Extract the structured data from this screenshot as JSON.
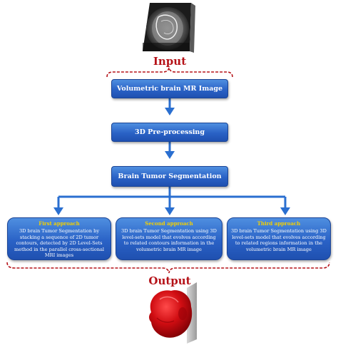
{
  "input_label": "Input",
  "output_label": "Output",
  "steps": [
    "Volumetric brain MR Image",
    "3D Pre-processing",
    "Brain Tumor Segmentation"
  ],
  "approaches": [
    {
      "title": "First approach",
      "text": "3D brain Tumor Segmentation by stacking a sequence of 2D tumor contours, detected by 2D Level-Sets method in the parallel cross-sectional MRI images"
    },
    {
      "title": "Second approach",
      "text": "3D brain Tumor Segmentation using 3D level-sets model that evolves according to related contours information in the volumetric brain MR image"
    },
    {
      "title": "Third approach",
      "text": "3D brain Tumor Segmentation using 3D level-sets model that evolves according to related regions information in the volumetric brain MR image"
    }
  ],
  "colors": {
    "box_blue": "#2a62c6",
    "arrow_blue": "#2a6fd0",
    "label_red": "#b51218",
    "approach_title": "#f4d000"
  }
}
